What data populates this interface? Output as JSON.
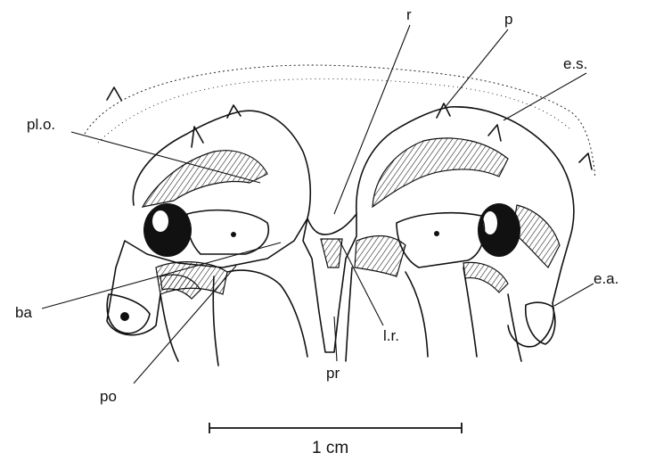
{
  "labels": {
    "r": "r",
    "p": "p",
    "es": "e.s.",
    "plo": "pl.o.",
    "ba": "ba",
    "ea": "e.a.",
    "po": "po",
    "pr": "pr",
    "lr": "l.r."
  },
  "scale_bar": {
    "label": "1 cm"
  },
  "colors": {
    "ink": "#111111",
    "background": "#ffffff"
  }
}
